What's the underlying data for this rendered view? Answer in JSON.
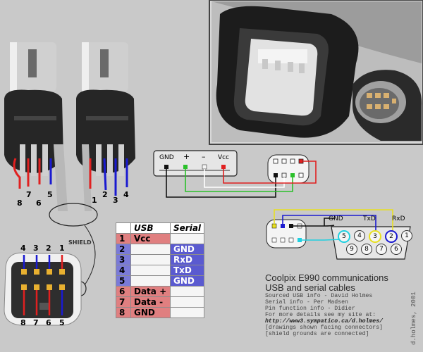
{
  "title": "Coolpix E990 communications",
  "subtitle": "USB and serial cables",
  "credits": [
    "Sourced USB info - David Holmes",
    "Serial info - Per Madsen",
    "Pin function info - Didier",
    "For more details see my site at:"
  ],
  "url": "http://www3.sympatico.ca/d.holmes/",
  "notes": [
    "[drawings shown facing connectors]",
    "[shield grounds are connected]"
  ],
  "author_credit": "d.holmes, 2001",
  "shield_label": "SHIELD",
  "pin_table": {
    "headers": [
      "",
      "USB",
      "Serial"
    ],
    "rows": [
      {
        "pin": "1",
        "usb": "Vcc",
        "serial": ""
      },
      {
        "pin": "2",
        "usb": "",
        "serial": "GND"
      },
      {
        "pin": "3",
        "usb": "",
        "serial": "RxD"
      },
      {
        "pin": "4",
        "usb": "",
        "serial": "TxD"
      },
      {
        "pin": "5",
        "usb": "",
        "serial": "GND"
      },
      {
        "pin": "6",
        "usb": "Data +",
        "serial": ""
      },
      {
        "pin": "7",
        "usb": "Data -",
        "serial": ""
      },
      {
        "pin": "8",
        "usb": "GND",
        "serial": ""
      }
    ]
  },
  "usb_labels": [
    "GND",
    "+",
    "–",
    "Vcc"
  ],
  "serial_labels": {
    "gnd": "GND",
    "txd": "TxD",
    "rxd": "RxD"
  },
  "db9_top": [
    "5",
    "4",
    "3",
    "2",
    "1"
  ],
  "db9_bottom": [
    "9",
    "8",
    "7",
    "6"
  ],
  "plug_left_labels": [
    "7",
    "6",
    "5",
    "8"
  ],
  "plug_right_labels": [
    "1",
    "2",
    "3",
    "4"
  ],
  "socket_top_labels": [
    "4",
    "3",
    "2",
    "1"
  ],
  "socket_bottom_labels": [
    "8",
    "7",
    "6",
    "5"
  ],
  "colors": {
    "background": "#c9c9c9",
    "wire_red": "#e02020",
    "wire_blue": "#1a1ad0",
    "wire_green": "#2ac02a",
    "wire_yellow": "#e8e020",
    "wire_cyan": "#20d0e0",
    "cell_red": "#e07f80",
    "cell_blue": "#5a5ad0"
  }
}
